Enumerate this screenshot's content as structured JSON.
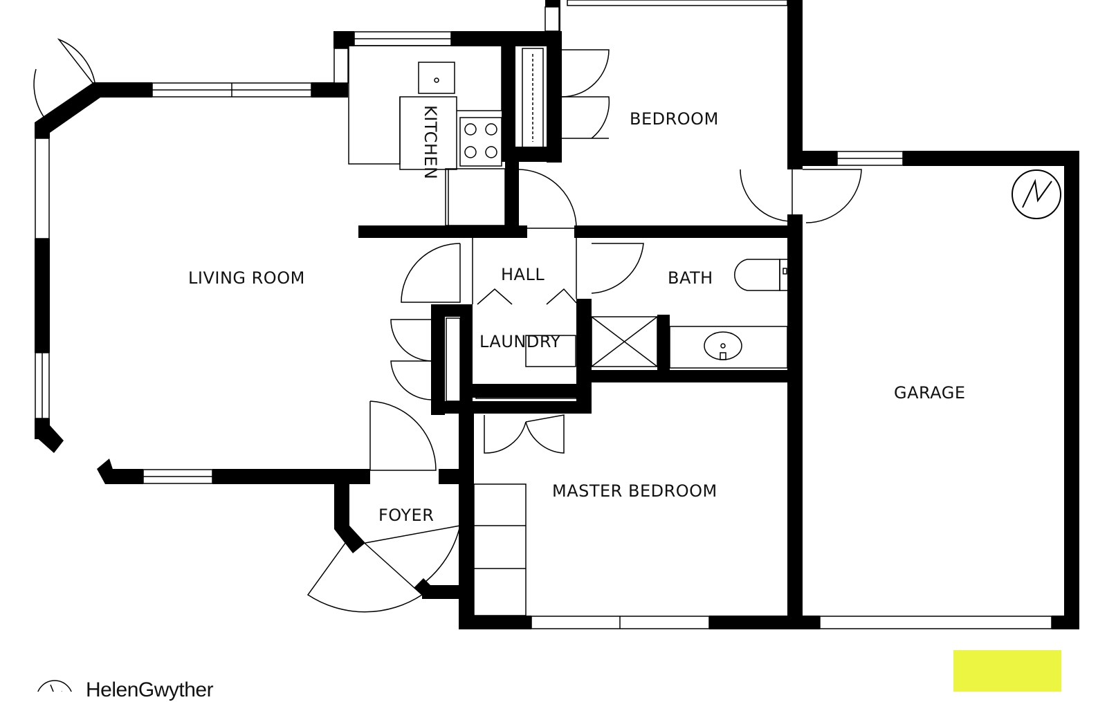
{
  "rooms": {
    "living_room": "LIVING ROOM",
    "kitchen": "KITCHEN",
    "bedroom": "BEDROOM",
    "hall": "HALL",
    "bath": "BATH",
    "laundry": "LAUNDRY",
    "garage": "GARAGE",
    "master_bedroom": "MASTER BEDROOM",
    "foyer": "FOYER"
  },
  "branding": {
    "name": "HelenGwyther",
    "accent_color": "#EBF542"
  },
  "icons": {
    "compass": "compass-icon",
    "electrical_panel": "electrical-panel-icon"
  }
}
